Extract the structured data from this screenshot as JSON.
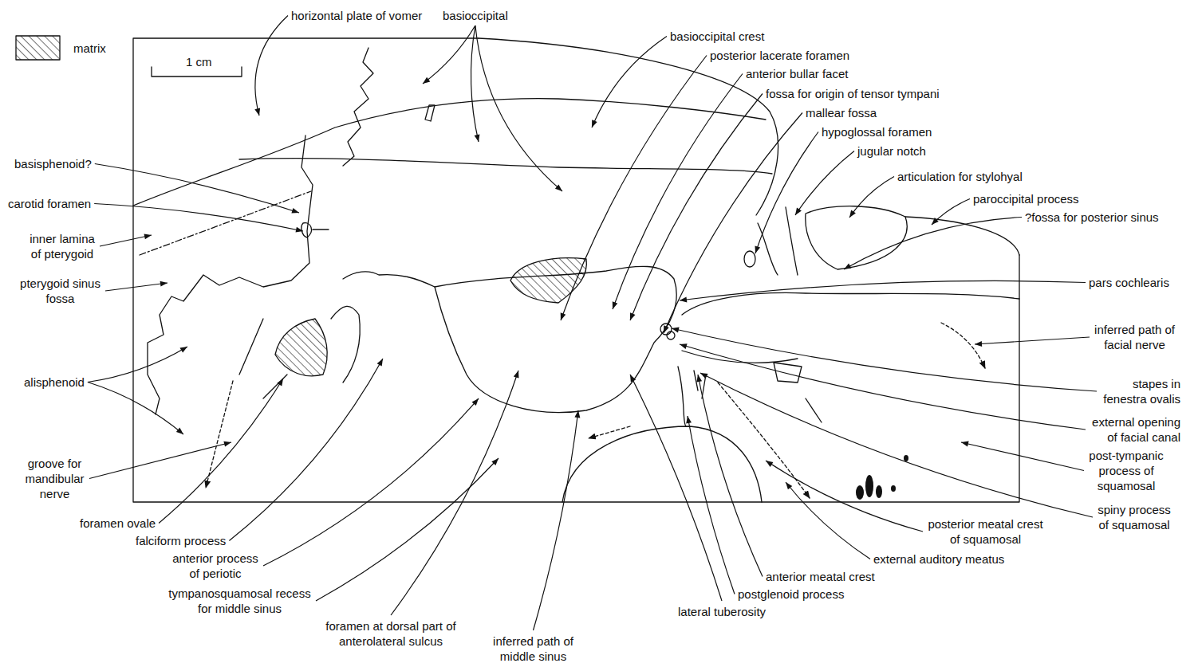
{
  "diagram": {
    "labels": [
      "1 cm",
      "horizontal plate of vomer",
      "basioccipital",
      "basioccipital crest",
      "posterior lacerate foramen",
      "anterior bullar facet",
      "fossa for origin of tensor tympani",
      "mallear fossa",
      "hypoglossal foramen",
      "jugular notch",
      "articulation for stylohyal",
      "paroccipital process",
      "?fossa for posterior sinus",
      "pars cochlearis",
      "inferred path of facial nerve",
      "stapes in fenestra ovalis",
      "external opening of facial canal",
      "post-tympanic process of squamosal",
      "spiny process of squamosal",
      "posterior meatal crest of squamosal",
      "external auditory meatus",
      "anterior meatal crest",
      "postglenoid process",
      "lateral tuberosity",
      "inferred path of middle sinus",
      "foramen at dorsal part of anterolateral sulcus",
      "tympanosquamosal recess for middle sinus",
      "anterior process of periotic",
      "falciform process",
      "foramen ovale",
      "groove for mandibular nerve",
      "alisphenoid",
      "pterygoid sinus fossa",
      "inner lamina of pterygoid",
      "carotid foramen",
      "basisphenoid?"
    ],
    "legend": [
      {
        "text": "matrix"
      }
    ]
  }
}
